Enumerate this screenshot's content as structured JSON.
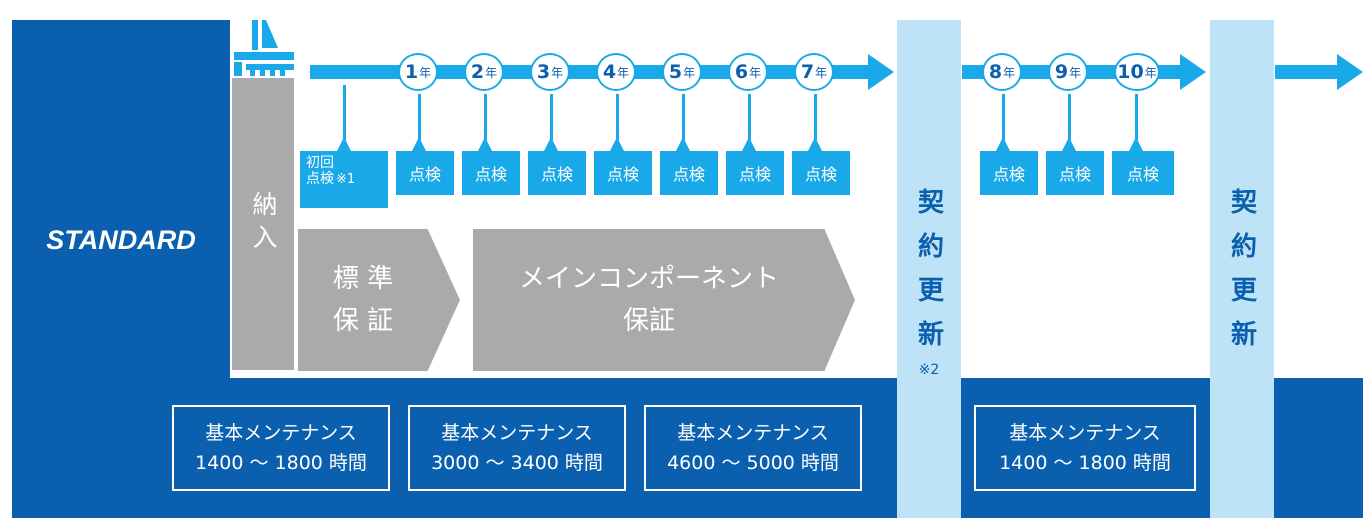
{
  "plan_label": "STANDARD",
  "delivery_label": "納入",
  "years": [
    "1",
    "2",
    "3",
    "4",
    "5",
    "6",
    "7",
    "8",
    "9",
    "10"
  ],
  "year_suffix": "年",
  "first_inspection": {
    "line1": "初回",
    "line2": "点検",
    "note": "※1"
  },
  "inspection_label": "点検",
  "standard_warranty": {
    "line1": "標 準",
    "line2": "保 証"
  },
  "component_warranty": {
    "line1": "メインコンポーネント",
    "line2": "保証"
  },
  "renewal_label": "契約更新",
  "renewal_note": "※2",
  "maintenance": [
    {
      "title": "基本メンテナンス",
      "hours": "1400 ～ 1800 時間"
    },
    {
      "title": "基本メンテナンス",
      "hours": "3000 ～ 3400 時間"
    },
    {
      "title": "基本メンテナンス",
      "hours": "4600 ～ 5000 時間"
    },
    {
      "title": "基本メンテナンス",
      "hours": "1400 ～ 1800 時間"
    }
  ],
  "colors": {
    "navy": "#0a5fae",
    "cyan": "#1aa9e8",
    "light_blue": "#bfe3f6",
    "grey": "#a9aaab"
  },
  "icons": [
    "machine-icon"
  ]
}
